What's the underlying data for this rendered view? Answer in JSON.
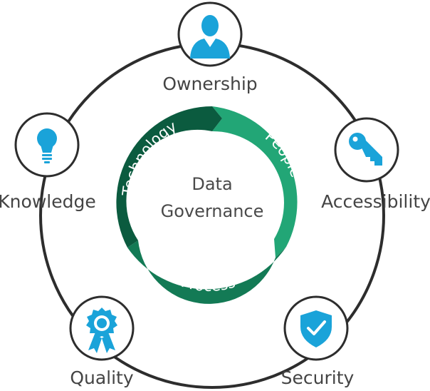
{
  "center": {
    "line1": "Data",
    "line2": "Governance"
  },
  "ring": [
    {
      "label": "Technology",
      "color": "#0b5b3f"
    },
    {
      "label": "People",
      "color": "#22a676"
    },
    {
      "label": "Process",
      "color": "#137a55"
    }
  ],
  "nodes": {
    "ownership": {
      "label": "Ownership",
      "icon": "user-icon"
    },
    "accessibility": {
      "label": "Accessibility",
      "icon": "key-icon"
    },
    "security": {
      "label": "Security",
      "icon": "shield-check-icon"
    },
    "quality": {
      "label": "Quality",
      "icon": "award-badge-icon"
    },
    "knowledge": {
      "label": "Knowledge",
      "icon": "lightbulb-icon"
    }
  },
  "colors": {
    "icon": "#1aa3d9",
    "outer_ring": "#2d2d2d",
    "text": "#444444"
  }
}
